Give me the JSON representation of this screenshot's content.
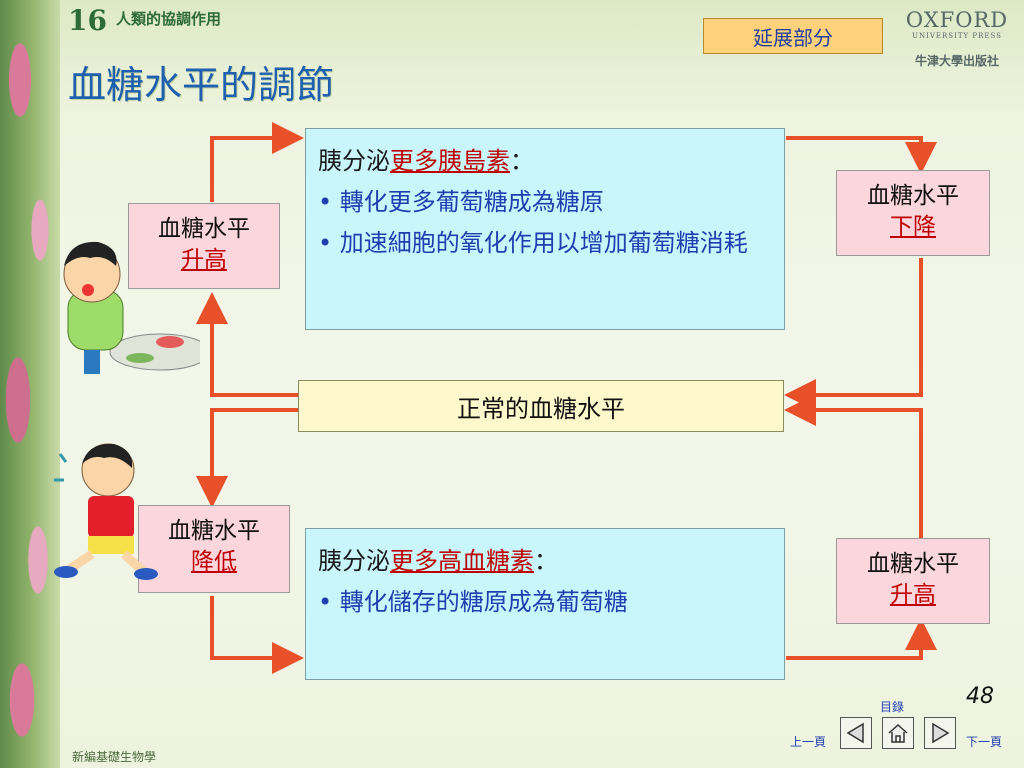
{
  "header": {
    "chapter_number": "16",
    "chapter_title": "人類的協調作用",
    "page_title": "血糖水平的調節",
    "badge": "延展部分",
    "publisher_line1": "OXFORD",
    "publisher_line2": "UNIVERSITY PRESS",
    "publisher_line3": "牛津大學出版社"
  },
  "diagram": {
    "rise_top": {
      "line1": "血糖水平",
      "line2": "升高"
    },
    "fall_right": {
      "line1": "血糖水平",
      "line2": "下降"
    },
    "fall_left": {
      "line1": "血糖水平",
      "line2": "降低"
    },
    "rise_right": {
      "line1": "血糖水平",
      "line2": "升高"
    },
    "normal": "正常的血糖水平",
    "insulin_box": {
      "prefix": "胰分泌",
      "hormone": "更多胰島素",
      "suffix": "：",
      "items": [
        "轉化更多葡萄糖成為糖原",
        "加速細胞的氧化作用以增加葡萄糖消耗"
      ]
    },
    "glucagon_box": {
      "prefix": "胰分泌",
      "hormone": "更多高血糖素",
      "suffix": "：",
      "items": [
        "轉化儲存的糖原成為葡萄糖"
      ]
    },
    "arrow_color": "#e8502a"
  },
  "footer": {
    "page_number": "48",
    "toc": "目錄",
    "prev": "上一頁",
    "next": "下一頁",
    "book": "新編基礎生物學"
  }
}
